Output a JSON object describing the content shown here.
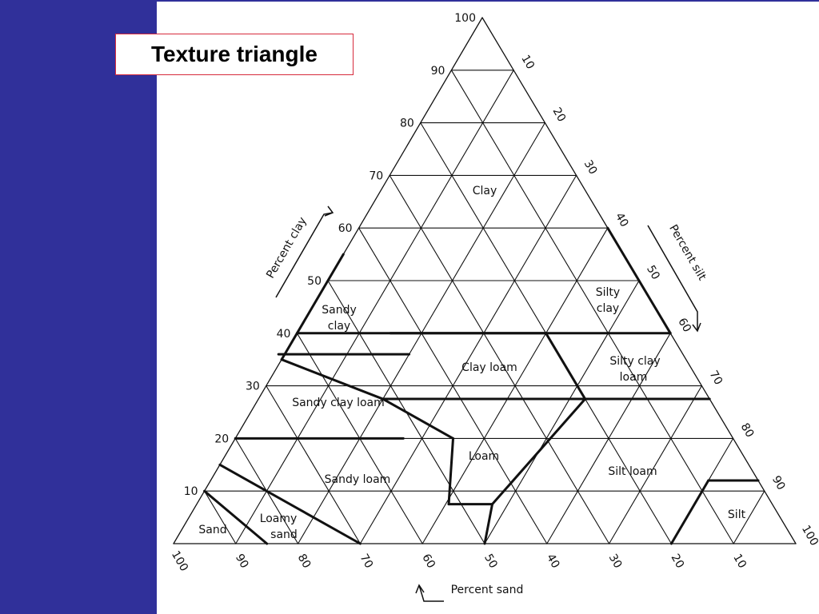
{
  "title": "Texture triangle",
  "clay_ticks": [
    "100",
    "90",
    "80",
    "70",
    "60",
    "50",
    "40",
    "30",
    "20",
    "10"
  ],
  "silt_ticks": [
    "10",
    "20",
    "30",
    "40",
    "50",
    "60",
    "70",
    "80",
    "90",
    "100"
  ],
  "sand_ticks": [
    "100",
    "90",
    "80",
    "70",
    "60",
    "50",
    "40",
    "30",
    "20",
    "10"
  ],
  "axis_labels": {
    "clay": "Percent clay",
    "silt": "Percent silt",
    "sand": "Percent sand"
  },
  "regions": {
    "clay": "Clay",
    "sandy_clay": [
      "Sandy",
      "clay"
    ],
    "silty_clay": [
      "Silty",
      "clay"
    ],
    "clay_loam": "Clay loam",
    "silty_clay_loam": [
      "Silty clay",
      "loam"
    ],
    "sandy_clay_loam": "Sandy clay loam",
    "loam": "Loam",
    "sandy_loam": "Sandy loam",
    "silt_loam": "Silt loam",
    "loamy_sand": [
      "Loamy",
      "sand"
    ],
    "sand": "Sand",
    "silt": "Silt"
  },
  "colors": {
    "sidebar": "#30309a",
    "title_border": "#d62a3c"
  }
}
